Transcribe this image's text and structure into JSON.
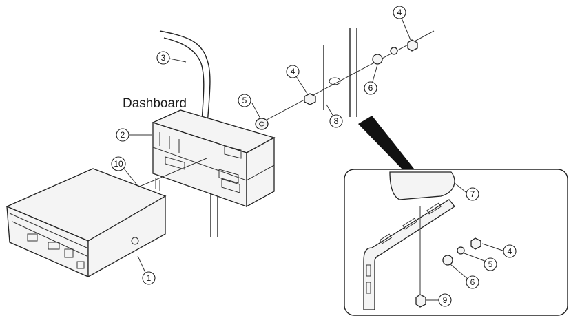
{
  "labels": {
    "dashboard": "Dashboard"
  },
  "callouts": [
    {
      "id": "c1",
      "text": "1"
    },
    {
      "id": "c2",
      "text": "2"
    },
    {
      "id": "c3",
      "text": "3"
    },
    {
      "id": "c4a",
      "text": "4"
    },
    {
      "id": "c4b",
      "text": "4"
    },
    {
      "id": "c4c",
      "text": "4"
    },
    {
      "id": "c5a",
      "text": "5"
    },
    {
      "id": "c5b",
      "text": "5"
    },
    {
      "id": "c6a",
      "text": "6"
    },
    {
      "id": "c6b",
      "text": "6"
    },
    {
      "id": "c7",
      "text": "7"
    },
    {
      "id": "c8",
      "text": "8"
    },
    {
      "id": "c9",
      "text": "9"
    },
    {
      "id": "c10",
      "text": "10"
    }
  ]
}
